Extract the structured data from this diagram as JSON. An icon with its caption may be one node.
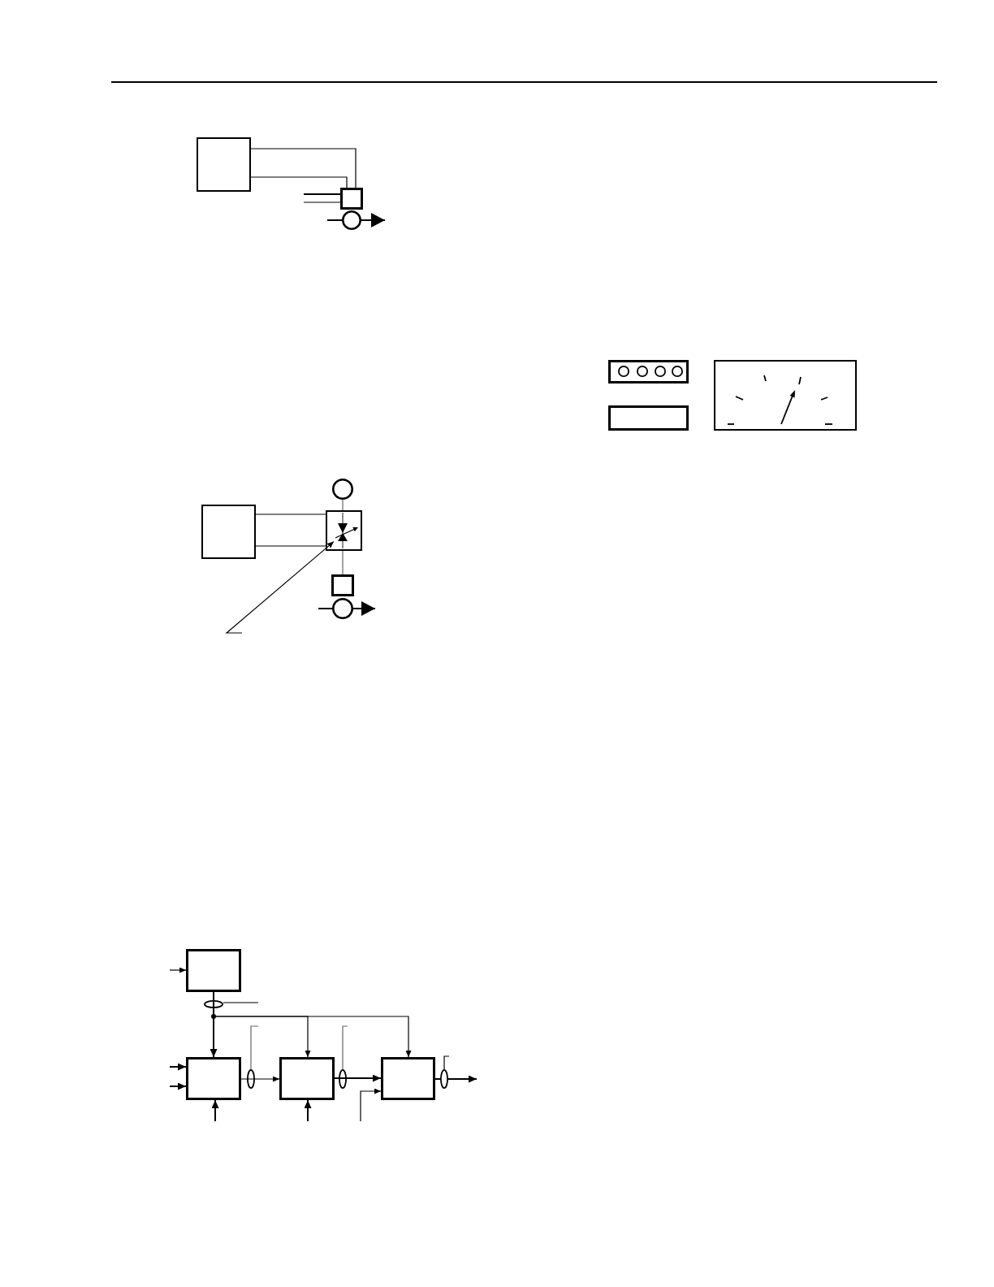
{
  "diagram": {
    "nodes": [
      {
        "text": [],
        "shape": "box"
      },
      {
        "text": [],
        "shape": "box"
      },
      {
        "text": [],
        "shape": "circle"
      },
      {
        "text": [],
        "shape": "box"
      },
      {
        "text": [],
        "shape": "circle",
        "in": 3
      },
      {
        "text": [],
        "shape": "circle",
        "in": 3
      },
      {
        "text": [],
        "shape": "circle",
        "in": 3
      },
      {
        "text": [],
        "shape": "circle",
        "in": 3
      },
      {
        "text": [],
        "shape": "box"
      },
      {
        "text": [],
        "shape": "gauge"
      },
      {
        "text": [],
        "shape": "box"
      },
      {
        "text": [],
        "shape": "circle"
      },
      {
        "text": [],
        "shape": "box"
      },
      {
        "text": [],
        "shape": "valve",
        "in": 12
      },
      {
        "text": [],
        "shape": "box"
      },
      {
        "text": [],
        "shape": "circle"
      },
      {
        "text": [],
        "shape": "box"
      },
      {
        "text": [],
        "shape": "ellipse"
      },
      {
        "text": [],
        "shape": "box"
      },
      {
        "text": [],
        "shape": "ellipse"
      },
      {
        "text": [],
        "shape": "box"
      },
      {
        "text": [],
        "shape": "ellipse"
      },
      {
        "text": [],
        "shape": "box"
      },
      {
        "text": [],
        "shape": "ellipse"
      }
    ],
    "edges": [
      {
        "from": 0,
        "to": 1,
        "arrow": "none"
      },
      {
        "from": 0,
        "to": 1,
        "arrow": "none"
      },
      {
        "from": null,
        "to": 1,
        "arrow": "none"
      },
      {
        "from": null,
        "to": 1,
        "arrow": "none"
      },
      {
        "from": null,
        "to": 2,
        "arrow": "none"
      },
      {
        "from": 2,
        "to": null,
        "arrow": "to"
      },
      {
        "from": 10,
        "to": 12,
        "arrow": "none"
      },
      {
        "from": 10,
        "to": 12,
        "arrow": "none"
      },
      {
        "from": 11,
        "to": 12,
        "arrow": "none",
        "color": "#666666"
      },
      {
        "from": 12,
        "to": 14,
        "arrow": "none",
        "color": "#666666"
      },
      {
        "from": null,
        "to": 15,
        "arrow": "none"
      },
      {
        "from": 15,
        "to": null,
        "arrow": "to"
      },
      {
        "from": null,
        "to": 13,
        "arrow": "to"
      },
      {
        "from": null,
        "to": 16,
        "arrow": "to"
      },
      {
        "from": 16,
        "to": 18,
        "arrow": "to"
      },
      {
        "from": 16,
        "to": 20,
        "arrow": "to"
      },
      {
        "from": 16,
        "to": 22,
        "arrow": "to"
      },
      {
        "from": 17,
        "to": null,
        "arrow": "none"
      },
      {
        "from": null,
        "to": 18,
        "arrow": "to"
      },
      {
        "from": null,
        "to": 18,
        "arrow": "to"
      },
      {
        "from": 18,
        "to": 20,
        "arrow": "to"
      },
      {
        "from": 19,
        "to": null,
        "arrow": "none",
        "color": "#666666"
      },
      {
        "from": 20,
        "to": 22,
        "arrow": "to"
      },
      {
        "from": 21,
        "to": null,
        "arrow": "none",
        "color": "#666666"
      },
      {
        "from": null,
        "to": 22,
        "arrow": "to"
      },
      {
        "from": 22,
        "to": 23,
        "arrow": "none"
      },
      {
        "from": 23,
        "to": null,
        "arrow": "to"
      },
      {
        "from": 23,
        "to": null,
        "arrow": "none"
      },
      {
        "from": null,
        "to": 18,
        "arrow": "to"
      },
      {
        "from": null,
        "to": 20,
        "arrow": "to"
      }
    ]
  }
}
